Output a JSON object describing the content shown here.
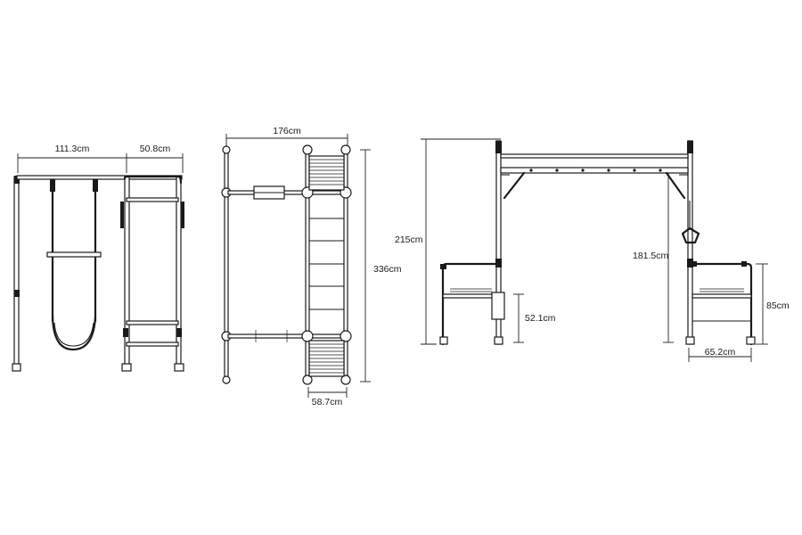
{
  "views": {
    "swing_view": {
      "dimensions": {
        "width_swing": "111.3cm",
        "width_frame": "50.8cm"
      }
    },
    "ladder_view": {
      "dimensions": {
        "length": "176cm",
        "height": "336cm",
        "width": "58.7cm"
      }
    },
    "side_view": {
      "dimensions": {
        "total_height": "215cm",
        "bar_height": "181.5cm",
        "platform_height": "85cm",
        "step_height": "52.1cm",
        "platform_depth": "65.2cm"
      }
    }
  },
  "colors": {
    "line": "#1a1a1a",
    "background": "#ffffff"
  }
}
